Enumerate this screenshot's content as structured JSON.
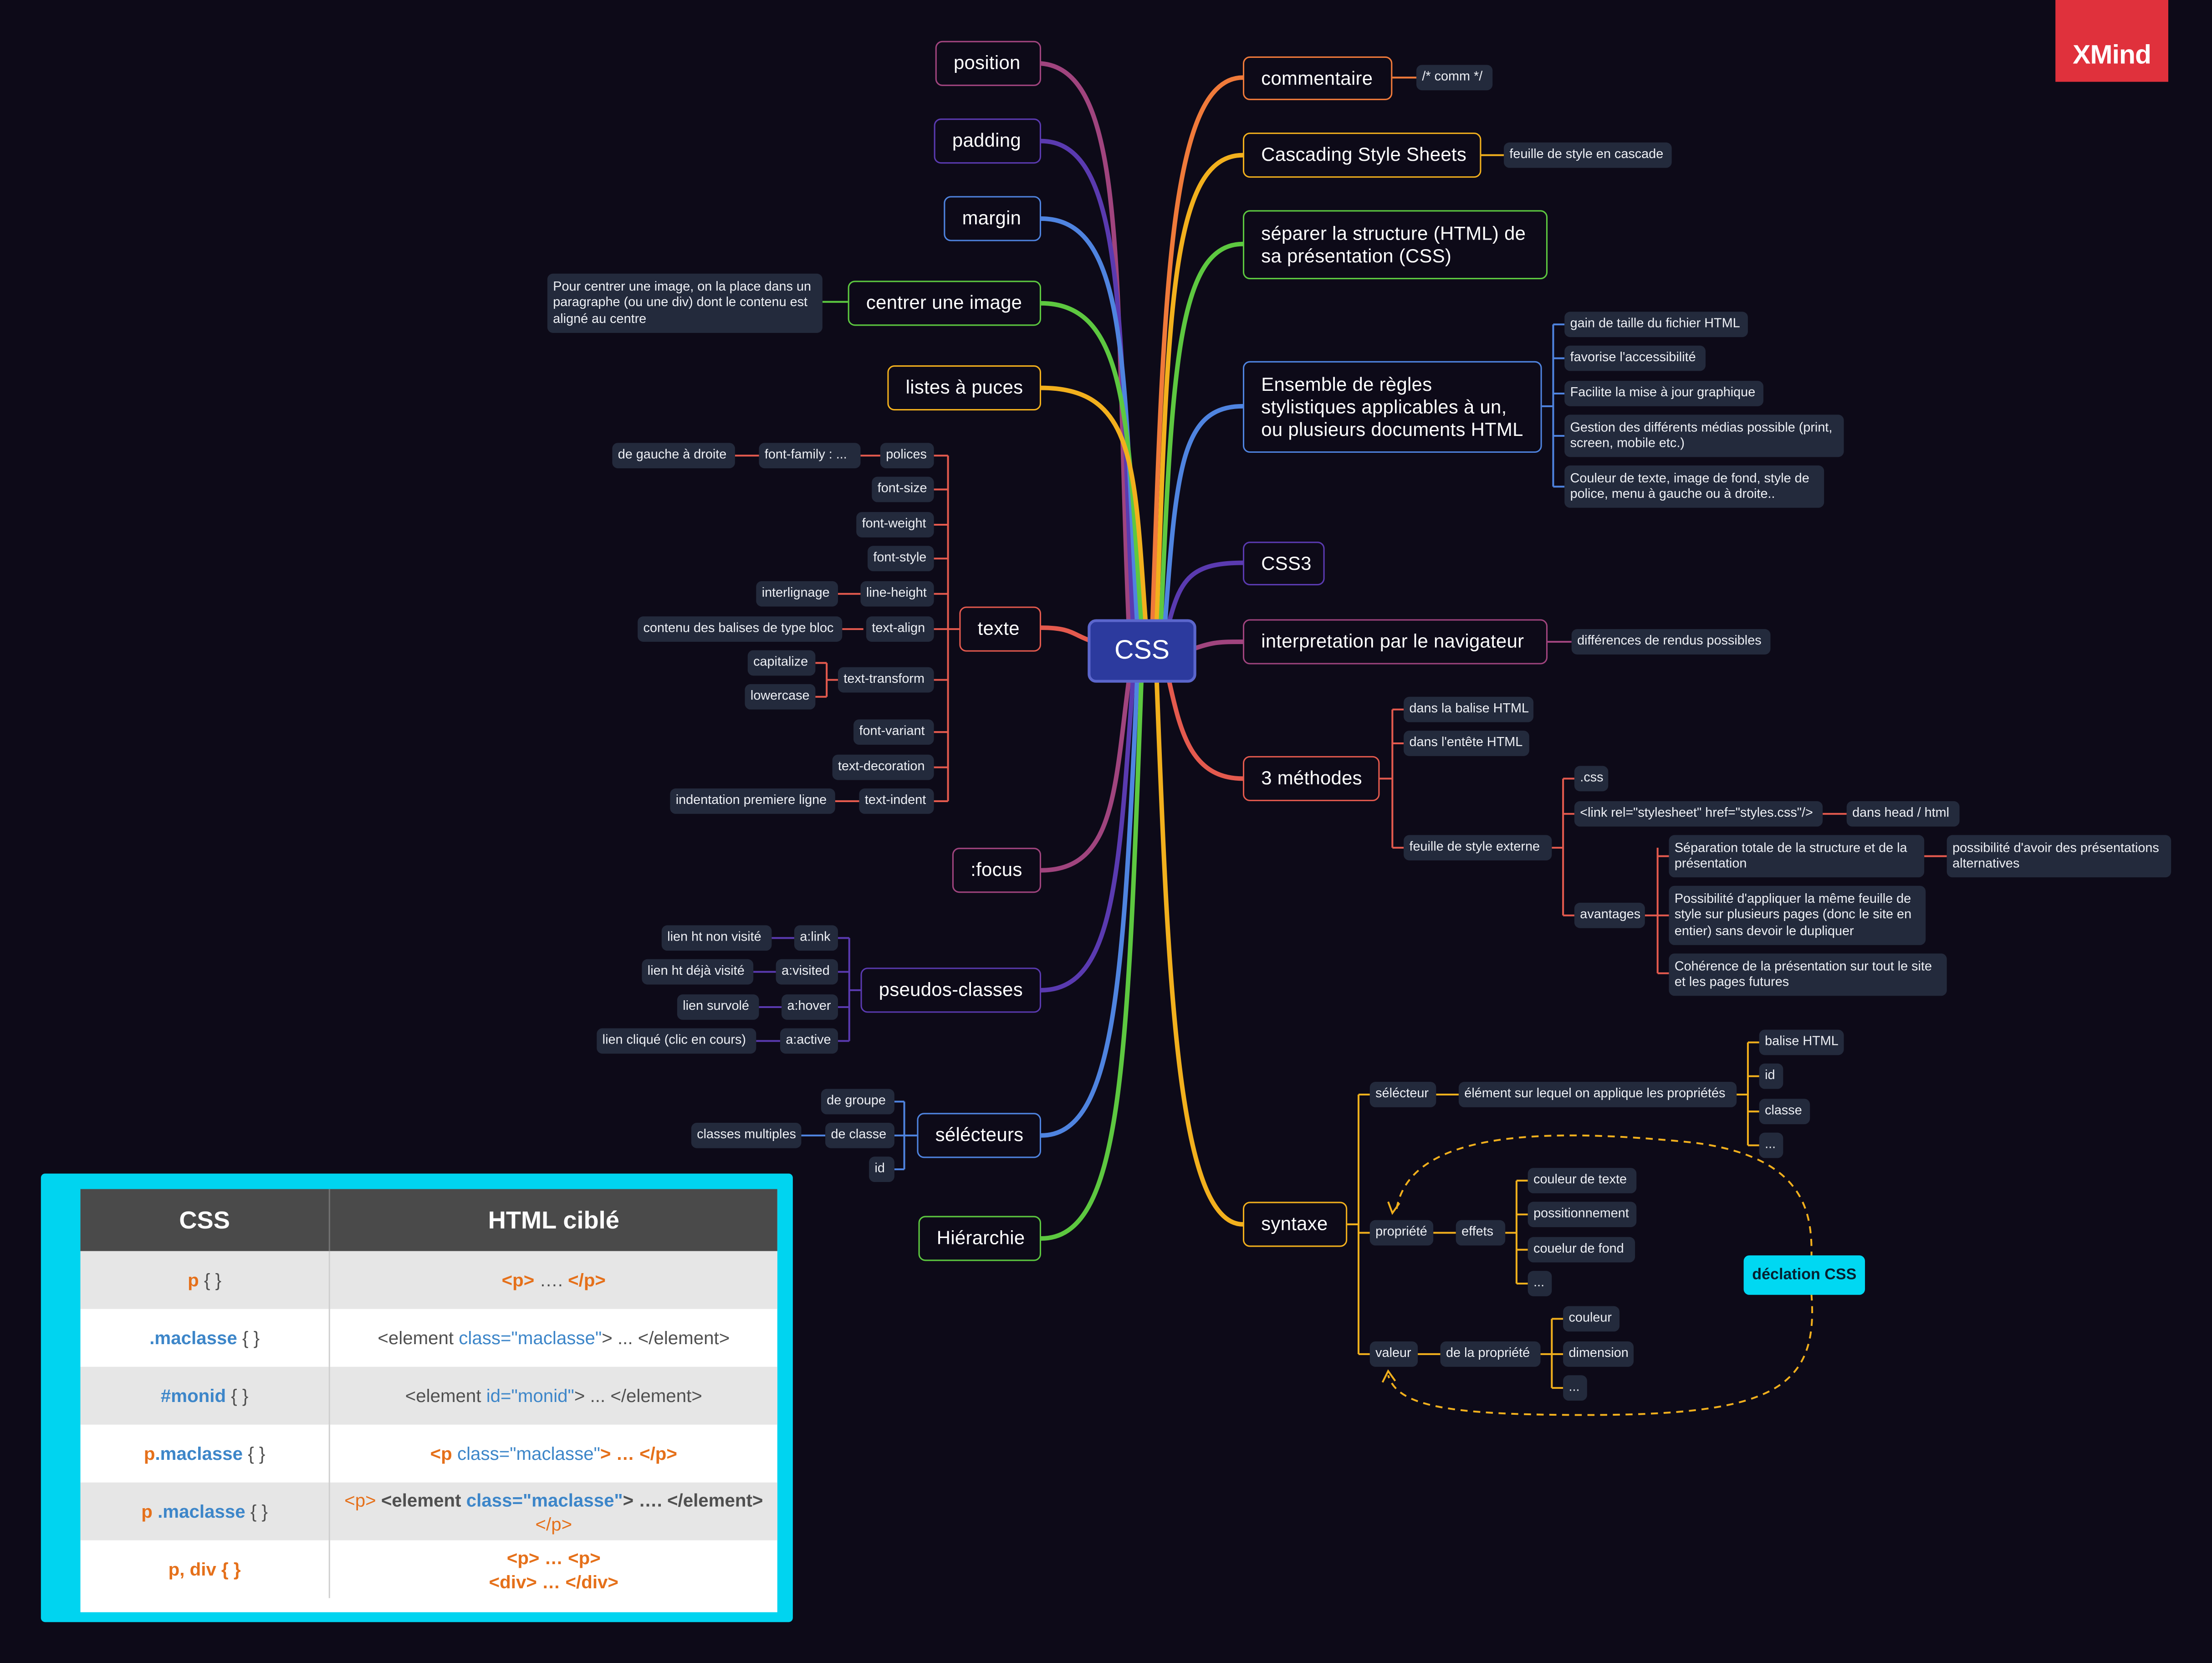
{
  "brand": "XMind",
  "root": "CSS",
  "left_branches": {
    "position": "position",
    "padding": "padding",
    "margin": "margin",
    "centrer": {
      "label": "centrer une image",
      "note": "Pour centrer une image, on la place dans un paragraphe (ou une div) dont le contenu est aligné au centre"
    },
    "listes": "listes à puces",
    "texte": {
      "label": "texte",
      "polices": "polices",
      "font_family": "font-family : ...",
      "font_family_note": "de gauche à droite",
      "font_size": "font-size",
      "font_weight": "font-weight",
      "font_style": "font-style",
      "line_height": "line-height",
      "line_height_note": "interlignage",
      "text_align": "text-align",
      "text_align_note": "contenu des balises de type bloc",
      "text_transform": "text-transform",
      "capitalize": "capitalize",
      "lowercase": "lowercase",
      "font_variant": "font-variant",
      "text_decoration": "text-decoration",
      "text_indent": "text-indent",
      "text_indent_note": "indentation premiere ligne"
    },
    "focus": ":focus",
    "pseudo": {
      "label": "pseudos-classes",
      "link": "a:link",
      "link_note": "lien ht non visité",
      "visited": "a:visited",
      "visited_note": "lien ht déjà visité",
      "hover": "a:hover",
      "hover_note": "lien survolé",
      "active": "a:active",
      "active_note": "lien cliqué (clic en cours)"
    },
    "selecteurs": {
      "label": "sélécteurs",
      "groupe": "de groupe",
      "classe": "de classe",
      "classe_note": "classes multiples",
      "id": "id"
    },
    "hierarchie": "Hiérarchie"
  },
  "right_branches": {
    "commentaire": {
      "label": "commentaire",
      "note": "/* comm */"
    },
    "cascading": {
      "label": "Cascading Style Sheets",
      "note": "feuille de style en cascade"
    },
    "separer": "séparer la structure (HTML) de sa présentation (CSS)",
    "ensemble": {
      "label": "Ensemble de règles stylistiques applicables à un, ou plusieurs documents HTML",
      "items": [
        "gain de taille du fichier HTML",
        "favorise l'accessibilité",
        "Facilite la mise à jour graphique",
        "Gestion des différents médias possible (print, screen, mobile etc.)",
        "Couleur de texte, image de fond, style de police, menu à gauche ou à droite.."
      ]
    },
    "css3": "CSS3",
    "interpretation": {
      "label": "interpretation par le navigateur",
      "note": "différences de rendus possibles"
    },
    "methodes": {
      "label": "3 méthodes",
      "balise": "dans la balise HTML",
      "entete": "dans l'entête HTML",
      "externe": "feuille de style externe",
      "ext_css": ".css",
      "ext_link": "<link rel=\"stylesheet\" href=\"styles.css\"/>",
      "ext_link_note": "dans head / html",
      "avantages": "avantages",
      "av1": "Séparation totale de la structure et de la présentation",
      "av1_note": "possibilité d'avoir des présentations alternatives",
      "av2": "Possibilité d'appliquer la même feuille de style sur plusieurs pages (donc le site en entier) sans devoir le dupliquer",
      "av3": "Cohérence de la présentation sur tout le site et les pages futures"
    },
    "syntaxe": {
      "label": "syntaxe",
      "selecteur": "sélécteur",
      "selecteur_note": "élément sur lequel on applique les propriétés",
      "sel_items": [
        "balise HTML",
        "id",
        "classe",
        "..."
      ],
      "propriete": "propriété",
      "effets": "effets",
      "eff_items": [
        "couleur de texte",
        "possitionnement",
        "couelur de fond",
        "..."
      ],
      "valeur": "valeur",
      "de_prop": "de la propriété",
      "val_items": [
        "couleur",
        "dimension",
        "..."
      ],
      "declaration": "déclation CSS"
    }
  },
  "table": {
    "headers": [
      "CSS",
      "HTML ciblé"
    ],
    "rows": [
      {
        "css_a": "p",
        "css_b": " { }",
        "html": [
          "<p>",
          " …. ",
          "</p>"
        ]
      },
      {
        "css_a": ".maclasse",
        "css_b": " { }",
        "html": [
          "<element ",
          "class=\"maclasse\"",
          "> ... </element>"
        ]
      },
      {
        "css_a": "#monid",
        "css_b": " { }",
        "html": [
          "<element ",
          "id=\"monid\"",
          "> ... </element>"
        ]
      },
      {
        "css_a": "p",
        "css_a2": ".maclasse",
        "css_b": " { }",
        "html": [
          "<p ",
          "class=\"maclasse\"",
          "> … </p>"
        ]
      },
      {
        "css_a": "p ",
        "css_a2": ".maclasse",
        "css_b": " { }",
        "html": [
          "<p> ",
          "<element ",
          "class=\"maclasse\"",
          "> …. </element>",
          "</p>"
        ]
      },
      {
        "css_a": "p, div { }",
        "html": [
          "<p> … <p>",
          "<div> … </div>"
        ]
      }
    ]
  },
  "colors": {
    "background": "#0d0a18",
    "root": "#2c3a9e",
    "subnode": "#232a3c",
    "table_frame": "#00d4f0",
    "brand": "#e0313c",
    "orange": "#e5701a",
    "blue": "#3d86c9"
  }
}
